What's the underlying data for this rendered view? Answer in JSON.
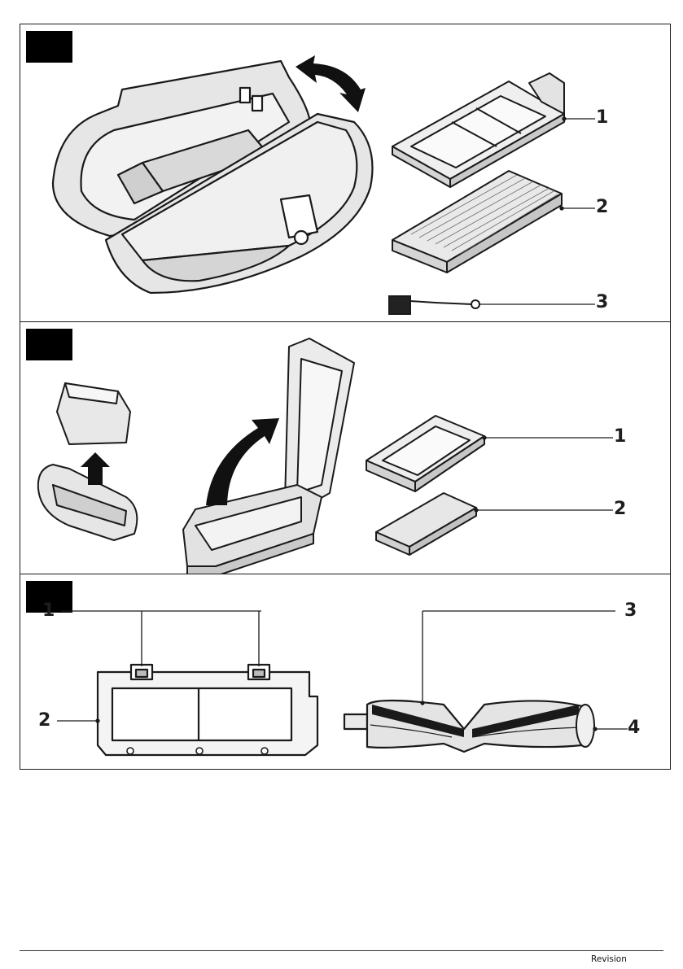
{
  "figure_1": {
    "callouts": [
      "1",
      "2",
      "3"
    ]
  },
  "figure_2": {
    "callouts": [
      "1",
      "2"
    ]
  },
  "figure_3": {
    "callouts": [
      "1",
      "2",
      "3",
      "4"
    ]
  },
  "footer": {
    "revision_label": "Revision"
  }
}
